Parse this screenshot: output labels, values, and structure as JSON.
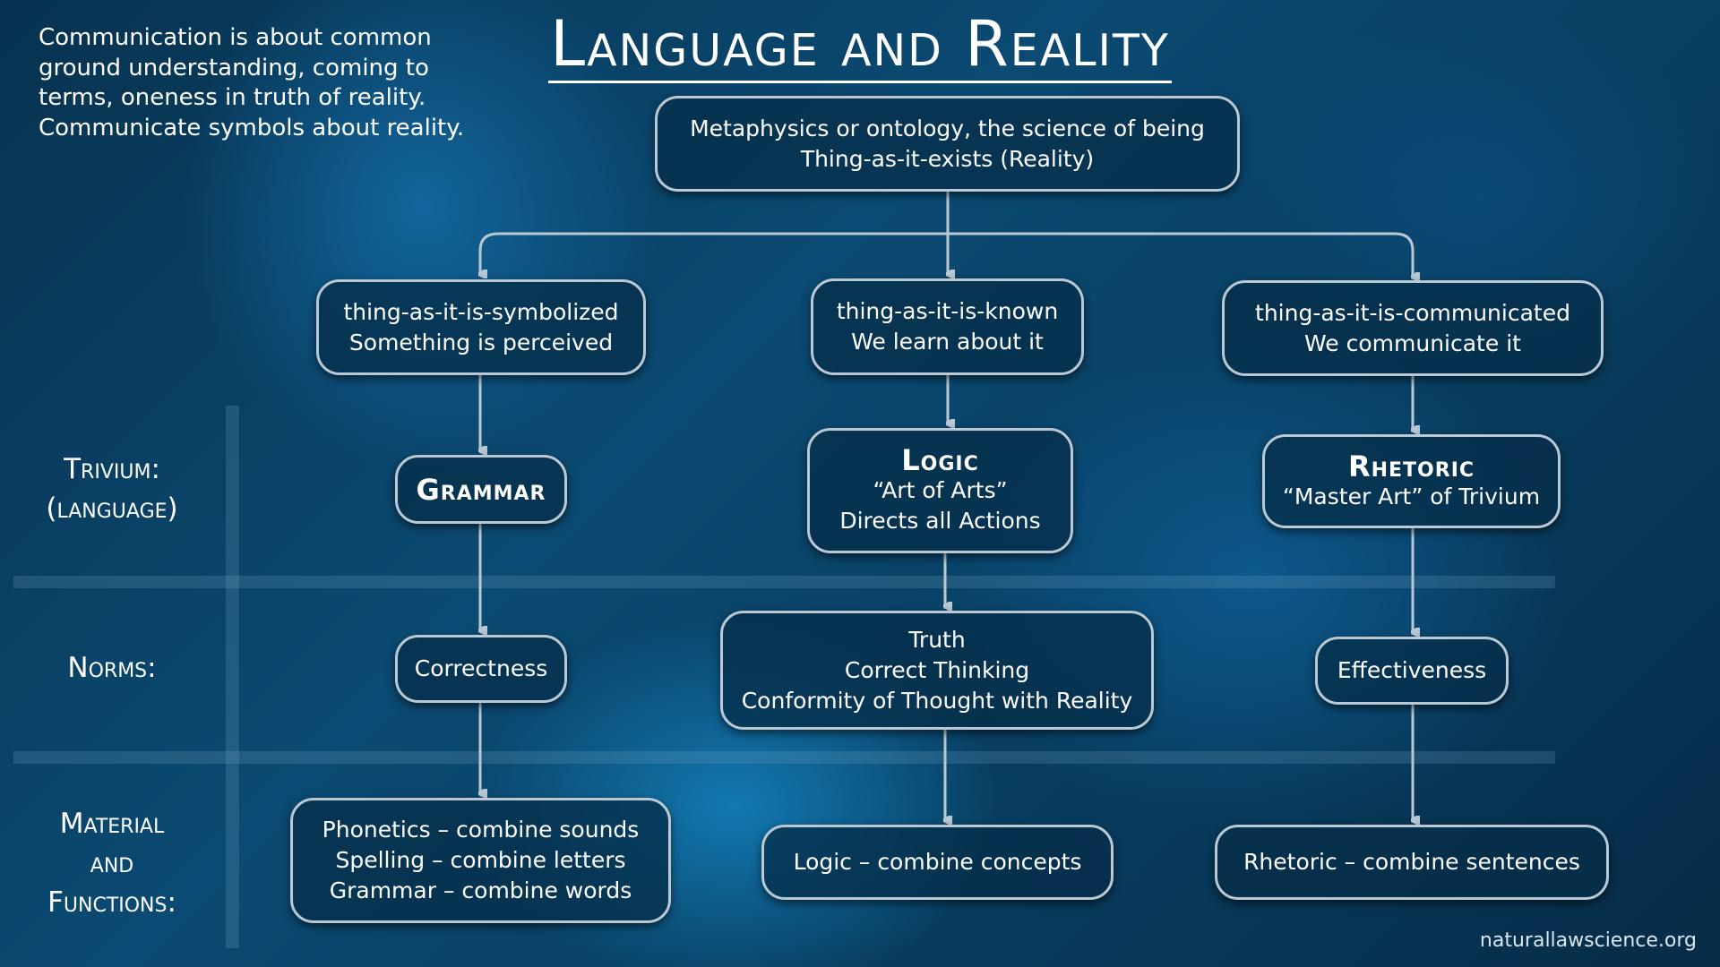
{
  "title": "Language and Reality",
  "intro": [
    "Communication is about common",
    "ground understanding, coming to",
    "terms,  oneness in truth of reality.",
    "Communicate symbols about reality."
  ],
  "top_box": [
    "Metaphysics or ontology, the science of being",
    "Thing-as-it-exists (Reality)"
  ],
  "row_labels": {
    "trivium": [
      "Trivium:",
      "(language)"
    ],
    "norms": "Norms:",
    "material": [
      "Material",
      "and",
      "Functions:"
    ]
  },
  "columns": [
    {
      "aspect": [
        "thing-as-it-is-symbolized",
        "Something is perceived"
      ],
      "art": "Grammar",
      "norm": [
        "Correctness"
      ],
      "material": [
        "Phonetics – combine sounds",
        "Spelling – combine letters",
        "Grammar – combine words"
      ]
    },
    {
      "aspect": [
        "thing-as-it-is-known",
        "We learn about it"
      ],
      "art": "Logic",
      "art_sub": [
        "“Art of Arts”",
        "Directs all Actions"
      ],
      "norm": [
        "Truth",
        "Correct Thinking",
        "Conformity of Thought with Reality"
      ],
      "material": [
        "Logic – combine concepts"
      ]
    },
    {
      "aspect": [
        "thing-as-it-is-communicated",
        "We communicate it"
      ],
      "art": "Rhetoric",
      "art_sub": [
        "“Master Art” of Trivium"
      ],
      "norm": [
        "Effectiveness"
      ],
      "material": [
        "Rhetoric – combine sentences"
      ]
    }
  ],
  "footer": "naturallawscience.org"
}
